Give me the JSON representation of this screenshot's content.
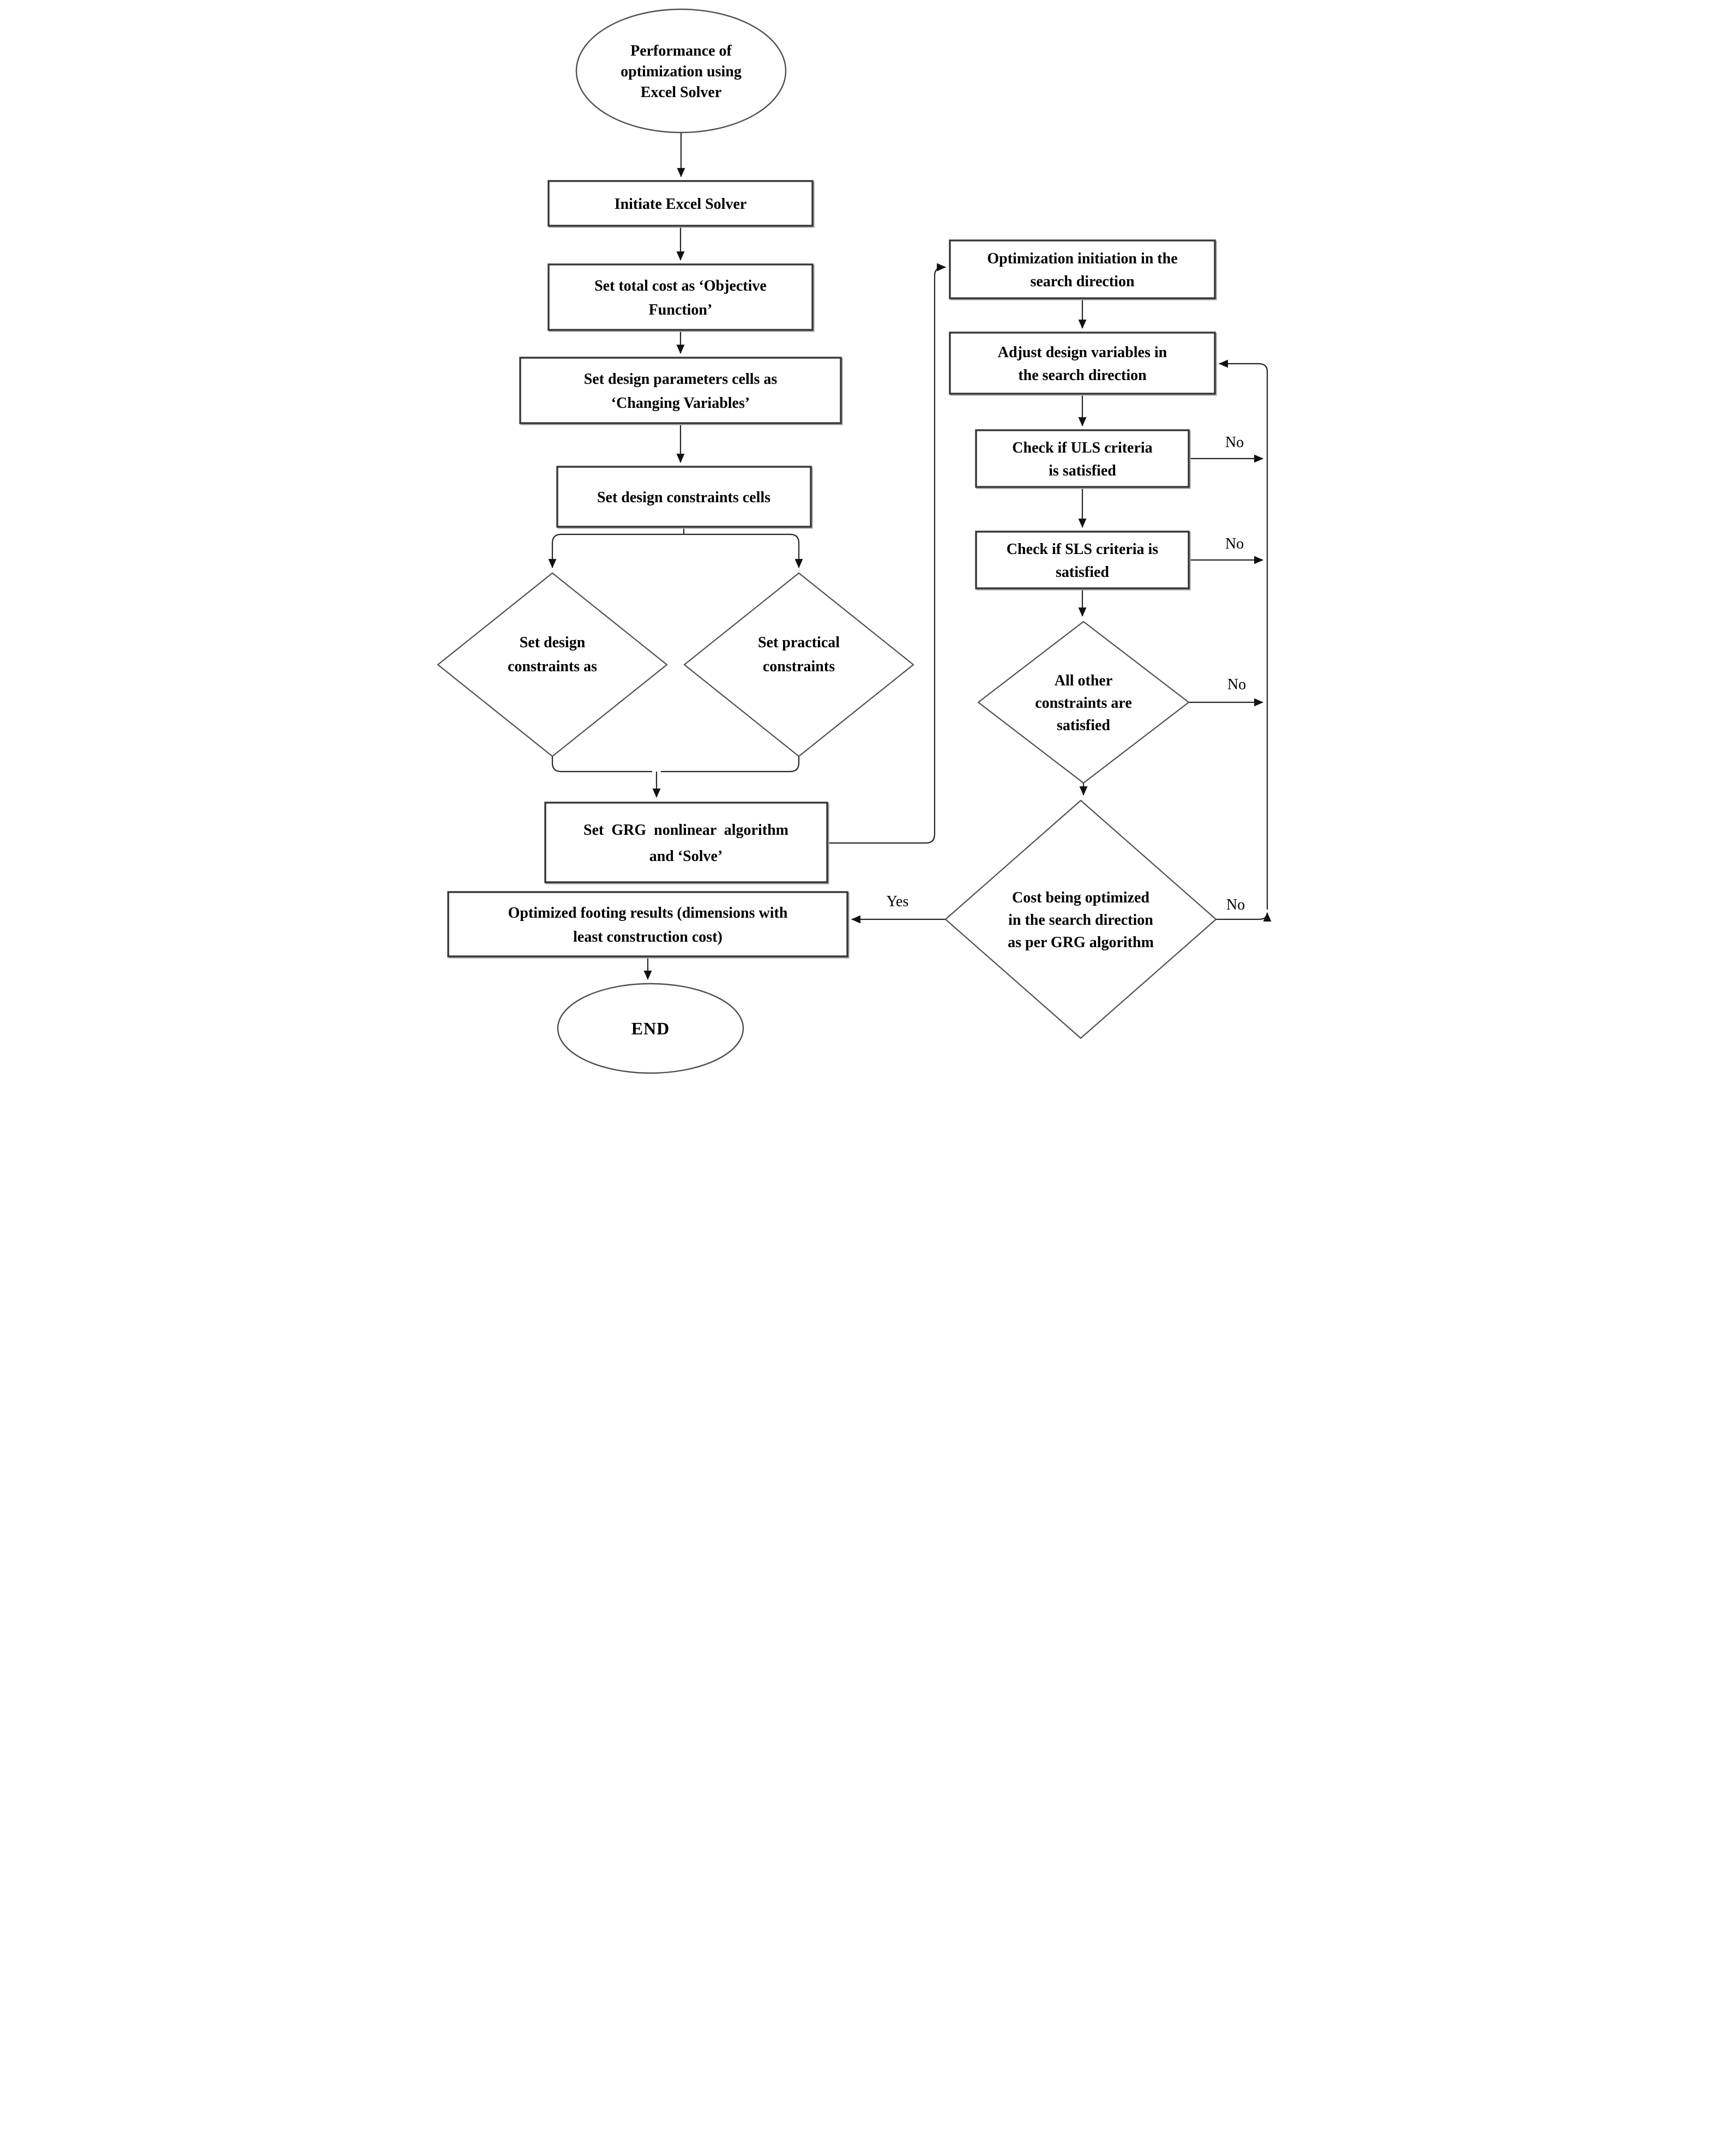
{
  "diagram": {
    "title": "Performance of optimization using Excel Solver flowchart",
    "colors": {
      "background": "#ffffff",
      "box_stroke": "#363636",
      "line_stroke": "#262626",
      "shadow": "#a9a9a9",
      "text": "#000000"
    },
    "nodes": {
      "start": {
        "shape": "ellipse",
        "lines": [
          "Performance of",
          "optimization using",
          "Excel Solver"
        ]
      },
      "initiate": {
        "shape": "process",
        "lines": [
          "Initiate Excel Solver"
        ]
      },
      "objective": {
        "shape": "process",
        "lines": [
          "Set total cost as ‘Objective",
          "Function’"
        ]
      },
      "parameters": {
        "shape": "process",
        "lines": [
          "Set design parameters cells as",
          "‘Changing Variables’"
        ]
      },
      "constraint_cells": {
        "shape": "process",
        "lines": [
          "Set design constraints cells"
        ]
      },
      "design_constraints": {
        "shape": "decision",
        "lines": [
          "Set design",
          "constraints as"
        ]
      },
      "practical_constraints": {
        "shape": "decision",
        "lines": [
          "Set practical",
          "constraints"
        ]
      },
      "grg_solve": {
        "shape": "process",
        "lines": [
          "Set GRG nonlinear algorithm",
          "and ‘Solve’"
        ]
      },
      "opt_initiation": {
        "shape": "process",
        "lines": [
          "Optimization initiation in the",
          "search direction"
        ]
      },
      "adjust_variables": {
        "shape": "process",
        "lines": [
          "Adjust design variables in",
          "the search direction"
        ]
      },
      "check_uls": {
        "shape": "process",
        "lines": [
          "Check if ULS criteria",
          "is satisfied"
        ]
      },
      "check_sls": {
        "shape": "process",
        "lines": [
          "Check if SLS criteria is",
          "satisfied"
        ]
      },
      "all_constraints": {
        "shape": "decision",
        "lines": [
          "All other",
          "constraints are",
          "satisfied"
        ]
      },
      "cost_optimized": {
        "shape": "decision",
        "lines": [
          "Cost being optimized",
          "in the search direction",
          "as per GRG algorithm"
        ]
      },
      "results": {
        "shape": "process",
        "lines": [
          "Optimized footing results (dimensions with",
          "least construction cost)"
        ]
      },
      "end": {
        "shape": "ellipse",
        "lines": [
          "END"
        ]
      }
    },
    "edge_labels": {
      "uls_no": "No",
      "sls_no": "No",
      "all_constraints_no": "No",
      "cost_no": "No",
      "cost_yes": "Yes"
    }
  }
}
